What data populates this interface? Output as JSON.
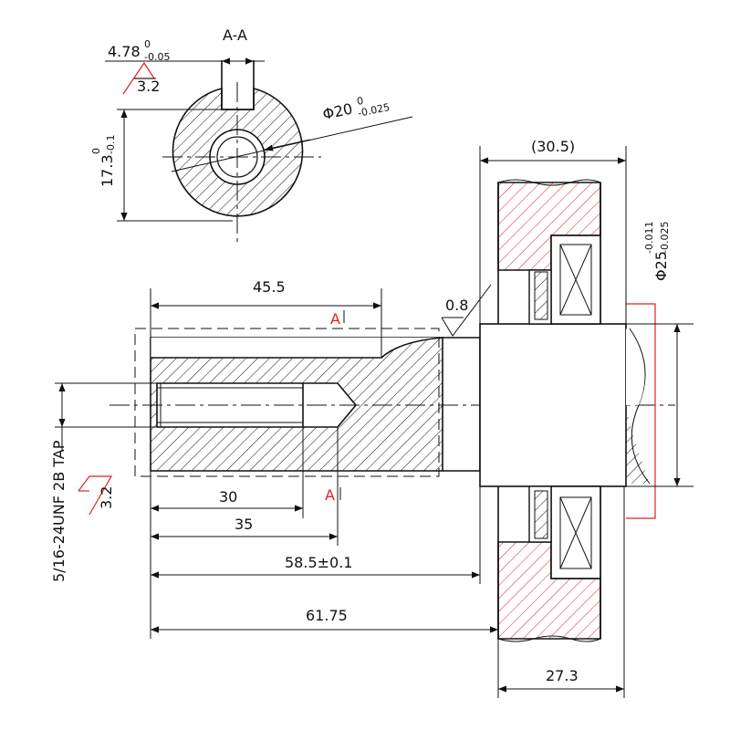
{
  "dimensions": {
    "keyway_width": "4.78",
    "keyway_width_upper": "0",
    "keyway_width_lower": "-0.05",
    "keyway_roughness": "3.2",
    "section_label": "A-A",
    "diameter_main": "Φ20",
    "diameter_main_upper": "0",
    "diameter_main_lower": "-0.025",
    "keyway_depth": "17.3",
    "keyway_depth_upper": "0",
    "keyway_depth_lower": "-0.1",
    "bore_outer_width": "(30.5)",
    "bearing_dia": "Φ25",
    "bearing_dia_upper": "-0.011",
    "bearing_dia_lower": "-0.025",
    "length_keyway": "45.5",
    "roughness_face": "0.8",
    "section_mark_top": "A",
    "section_mark_bottom": "A",
    "thread_spec": "5/16-24UNF 2B TAP",
    "thread_roughness": "3.2",
    "tap_depth_30": "30",
    "tap_depth_35": "35",
    "length_58_5": "58.5±0.1",
    "length_61_75": "61.75",
    "housing_width": "27.3"
  },
  "colors": {
    "line": "#111111",
    "highlight": "#e02020"
  }
}
